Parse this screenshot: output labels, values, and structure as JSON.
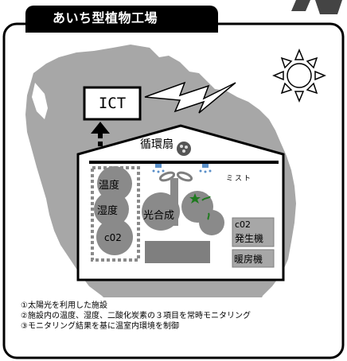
{
  "title": "あいち型植物工場",
  "labels": {
    "ict": "ICT",
    "fan": "循環扇",
    "mist": "ミスト",
    "temperature": "温度",
    "humidity": "湿度",
    "co2": "c02",
    "photosynthesis": "光合成",
    "co2_generator_line1": "c02",
    "co2_generator_line2": "発生機",
    "heater": "暖房機"
  },
  "description": [
    "①太陽光を利用した施設",
    "②施設内の温度、湿度、二酸化炭素の３項目を常時モニタリング",
    "③モニタリング結果を基に温室内環境を制御"
  ],
  "colors": {
    "map": "#a7a7a7",
    "dark_gray": "#8a8a8a",
    "mid_gray": "#7f7f7f",
    "plant_green": "#1f7a1f",
    "mist_blue": "#5a8fc8"
  }
}
